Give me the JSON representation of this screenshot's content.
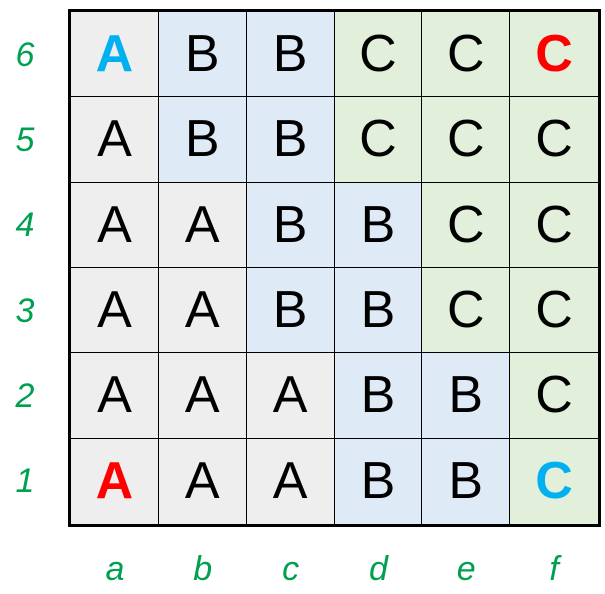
{
  "colors": {
    "A": "#eeeeee",
    "B": "#deeaf6",
    "C": "#e2efda",
    "text": "#000000",
    "red": "#ff0000",
    "blue": "#00b0f0",
    "label": "#00a050"
  },
  "ranks": [
    "6",
    "5",
    "4",
    "3",
    "2",
    "1"
  ],
  "files": [
    "a",
    "b",
    "c",
    "d",
    "e",
    "f"
  ],
  "grid": [
    [
      "A",
      "B",
      "B",
      "C",
      "C",
      "C"
    ],
    [
      "A",
      "B",
      "B",
      "C",
      "C",
      "C"
    ],
    [
      "A",
      "A",
      "B",
      "B",
      "C",
      "C"
    ],
    [
      "A",
      "A",
      "B",
      "B",
      "C",
      "C"
    ],
    [
      "A",
      "A",
      "A",
      "B",
      "B",
      "C"
    ],
    [
      "A",
      "A",
      "A",
      "B",
      "B",
      "C"
    ]
  ],
  "highlights": [
    {
      "square": "a6",
      "color": "blue"
    },
    {
      "square": "f6",
      "color": "red"
    },
    {
      "square": "a1",
      "color": "red"
    },
    {
      "square": "f1",
      "color": "blue"
    }
  ]
}
